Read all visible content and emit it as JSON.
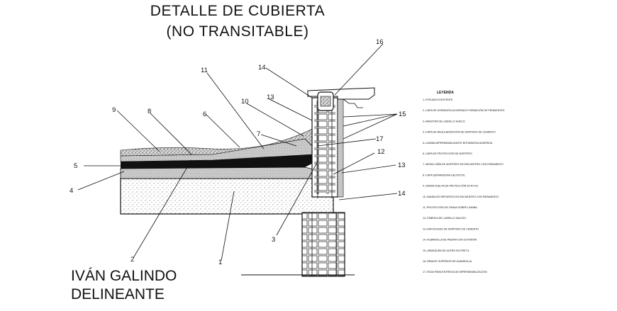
{
  "title": {
    "line1": "DETALLE DE CUBIERTA",
    "line2": "(NO TRANSITABLE)"
  },
  "author": {
    "name": "IVÁN GALINDO",
    "role": "DELINEANTE"
  },
  "callouts": [
    "1",
    "2",
    "3",
    "4",
    "5",
    "6",
    "7",
    "8",
    "9",
    "10",
    "11",
    "12",
    "13",
    "13",
    "14",
    "14",
    "15",
    "16",
    "17"
  ],
  "legend": {
    "title": "LEYENDA",
    "items": [
      "1.-FORJADO EXISTENTE.",
      "2.-CAPA DE HORMIGÓN ALIGERADO FORMACIÓN DE PENDIENTES",
      "3.-MAESTRA DE LADRILLO HUECO",
      "4.-CAPA DE REGULARIZACIÓN DE MORTERO DE CEMENTO",
      "5.-LÁMINA IMPERMEABILIZANTE BITUMINOSA ADHERIDA",
      "6.-CAPA DE PROTECCIÓN DE MORTERO",
      "7.-MEDIA CAÑA DE MORTERO EN ENCUENTRO CON PARAMENTO",
      "8.-CAPA SEPARADORA GEOTEXTIL",
      "9.-GRAVA SUELTA DE PROTECCIÓN 20-40 mm",
      "10.-BANDA DE REFUERZO EN ENCUENTRO CON PARAMENTO",
      "11.-PROTECCIÓN DE GRAVA SOBRE LÁMINA",
      "12.-FÁBRICA DE LADRILLO MACIZO",
      "13.-ENFOSCADO DE MORTERO DE CEMENTO",
      "14.-ALBARDILLA DE PIEDRA CON GOTERÓN",
      "15.-ARMADURA DE ACERO EN PRETIL",
      "16.-REMATE SUPERIOR DE ALBARDILLA",
      "17.-ROZA PARA ENTREGA DE IMPERMEABILIZACIÓN"
    ]
  }
}
